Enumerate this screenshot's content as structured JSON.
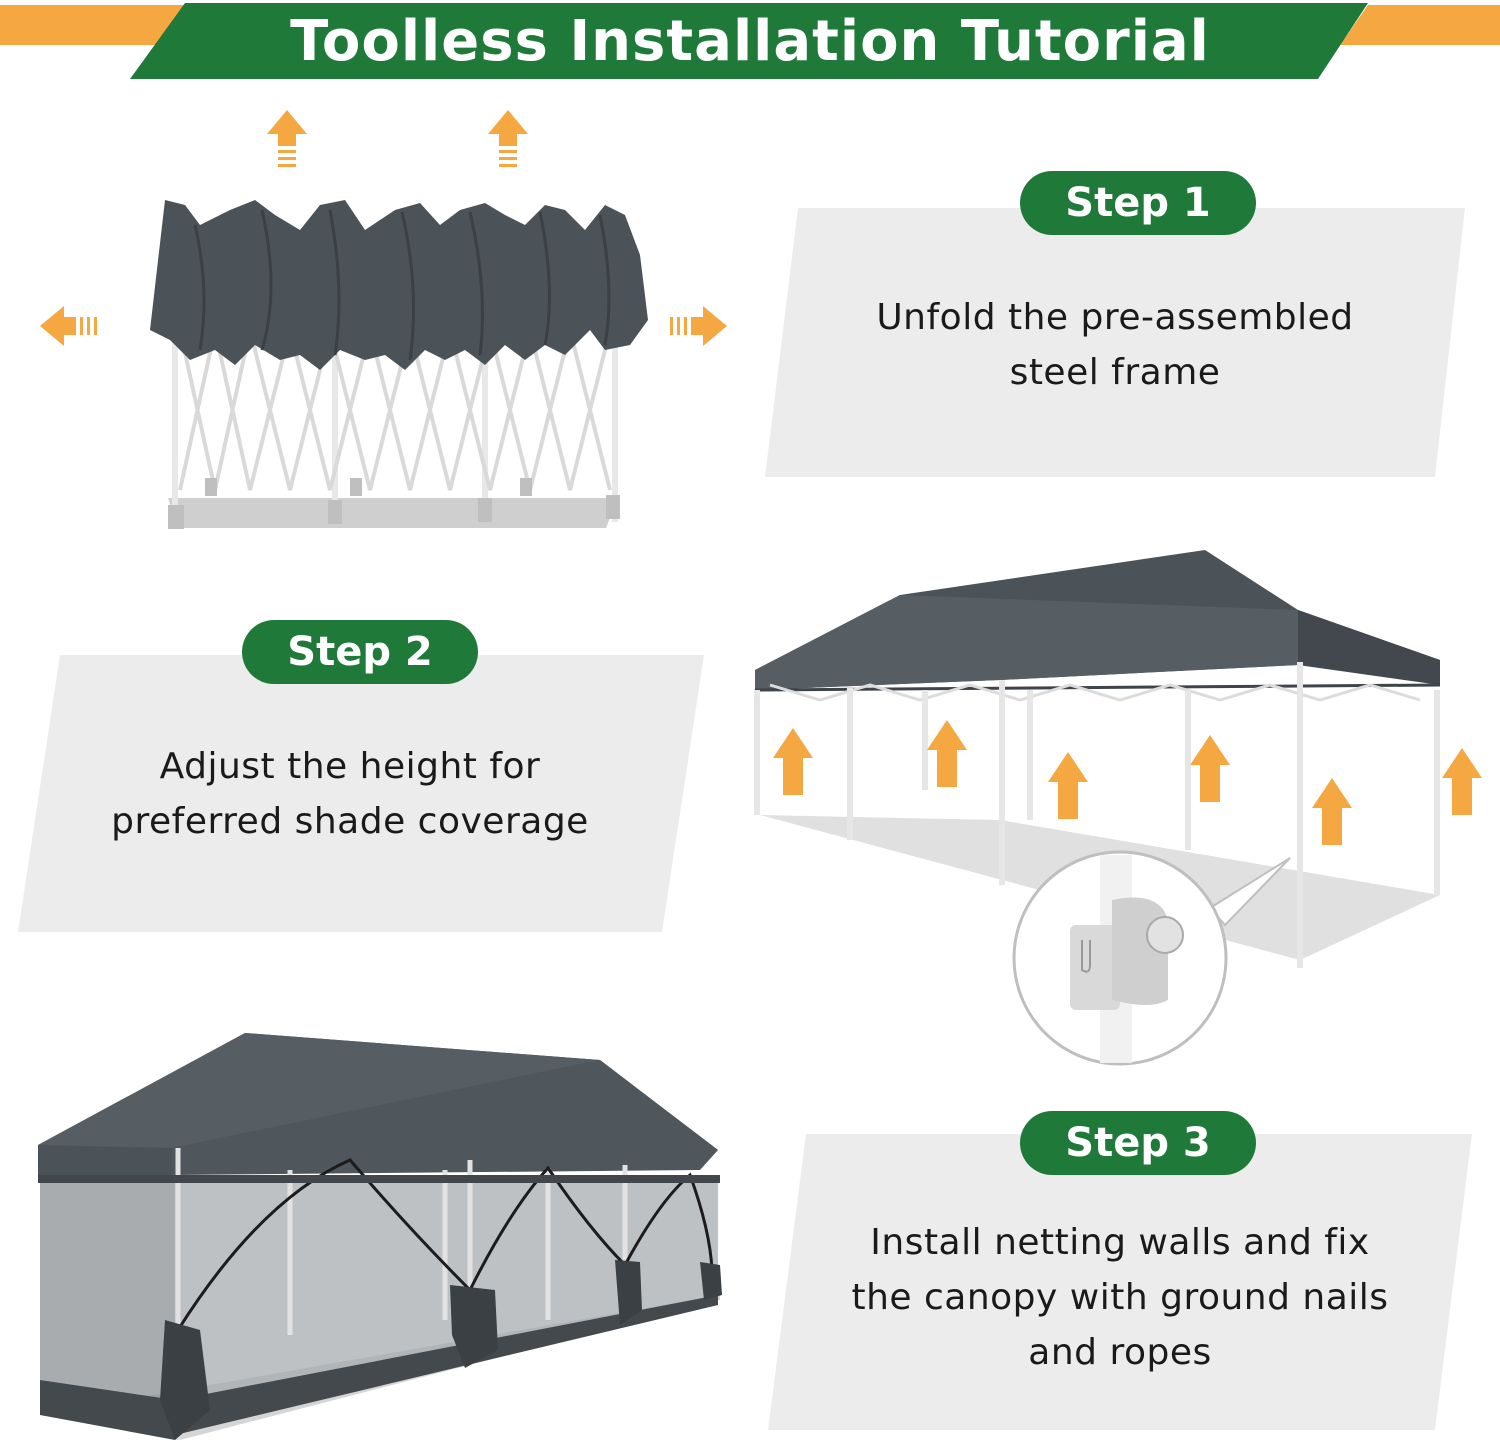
{
  "title": "Toolless Installation Tutorial",
  "colors": {
    "accent_green": "#1f7a3a",
    "accent_orange": "#f5a742",
    "panel_gray": "#ececec",
    "canopy_gray": "#4b5258"
  },
  "steps": [
    {
      "label": "Step 1",
      "lines": [
        "Unfold the pre-assembled",
        "steel frame"
      ]
    },
    {
      "label": "Step 2",
      "lines": [
        "Adjust the height for",
        "preferred shade coverage"
      ]
    },
    {
      "label": "Step 3",
      "lines": [
        "Install netting walls and fix",
        "the canopy with ground nails",
        "and ropes"
      ]
    }
  ],
  "icons": [
    "arrow-up-icon",
    "arrow-left-icon",
    "arrow-right-icon",
    "height-lock-icon"
  ]
}
